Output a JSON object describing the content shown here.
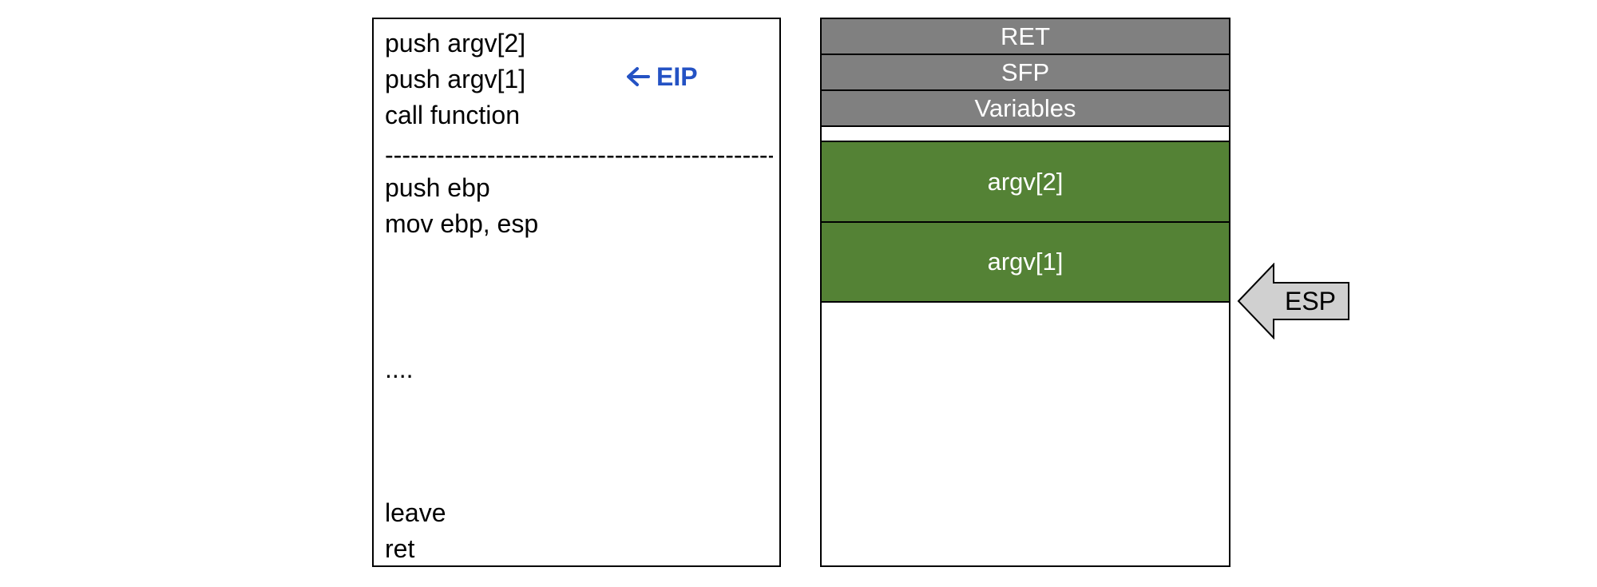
{
  "code": {
    "lines_before": [
      "push argv[2]",
      "push argv[1]",
      "call function"
    ],
    "separator": "----------------------------------------------------------",
    "lines_prologue": [
      "push ebp",
      "mov ebp, esp"
    ],
    "ellipsis": "....",
    "lines_epilogue": [
      "leave",
      "ret"
    ]
  },
  "eip": {
    "arrow_icon": "left-arrow-icon",
    "label": "EIP",
    "color": "#2452c4"
  },
  "stack": {
    "frame_cells": [
      "RET",
      "SFP",
      "Variables"
    ],
    "arg_cells": [
      "argv[2]",
      "argv[1]"
    ],
    "frame_color": "#808080",
    "arg_color": "#548235"
  },
  "esp": {
    "label": "ESP",
    "fill_color": "#d0d0d0"
  }
}
